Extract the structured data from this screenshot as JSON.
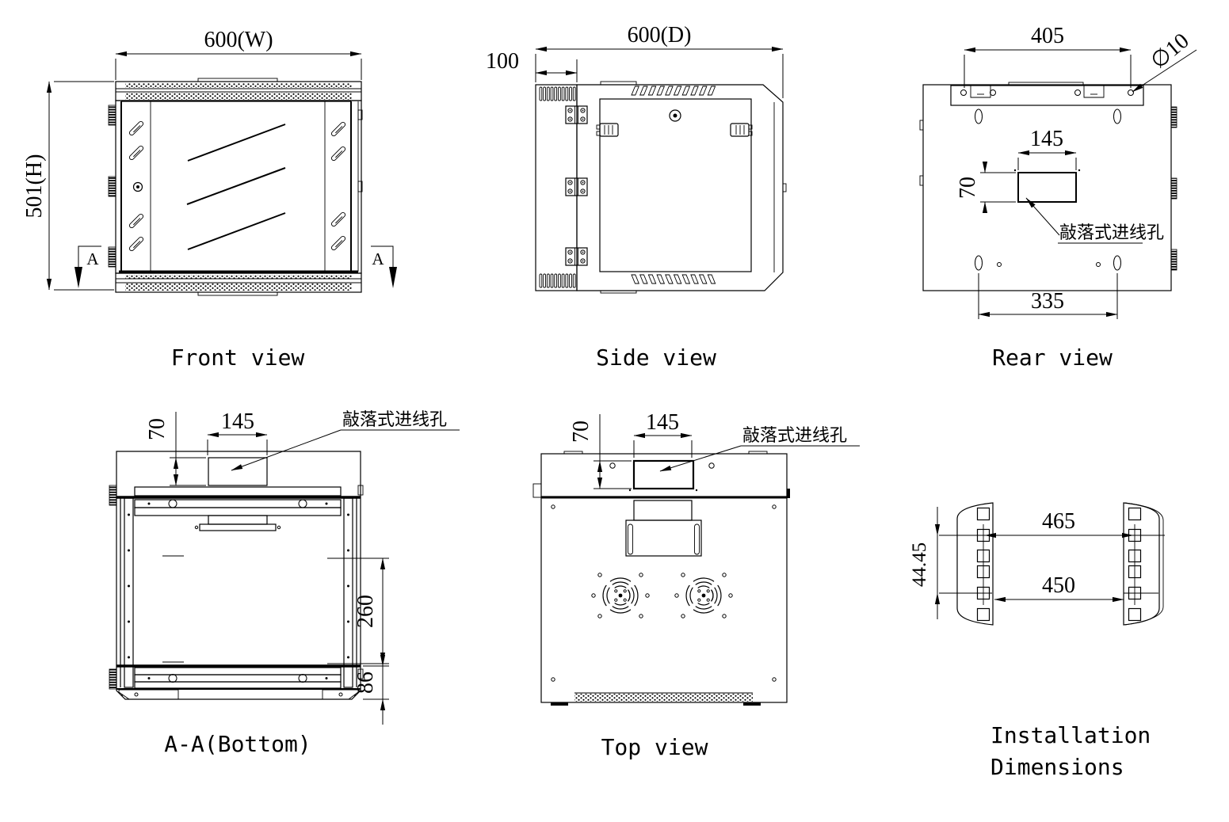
{
  "drawing": {
    "background_color": "#ffffff",
    "line_color": "#000000",
    "views": {
      "front": {
        "title": "Front view",
        "width_dim": "600(W)",
        "height_dim": "501(H)",
        "section_marker": "A"
      },
      "side": {
        "title": "Side view",
        "depth_dim": "600(D)",
        "door_depth_dim": "100"
      },
      "rear": {
        "title": "Rear view",
        "mount_width_dim": "405",
        "hole_diameter_dim": "∅10",
        "knockout_width_dim": "145",
        "knockout_height_dim": "70",
        "lower_hole_span_dim": "335",
        "knockout_note": "敲落式进线孔"
      },
      "bottom": {
        "title": "A-A(Bottom)",
        "knockout_height_dim": "70",
        "knockout_width_dim": "145",
        "rail_span_dim": "260",
        "rail_offset_dim": "86",
        "knockout_note": "敲落式进线孔"
      },
      "top": {
        "title": "Top view",
        "knockout_height_dim": "70",
        "knockout_width_dim": "145",
        "knockout_note": "敲落式进线孔"
      },
      "installation": {
        "title_line1": "Installation",
        "title_line2": "Dimensions",
        "outer_hole_span_dim": "465",
        "inner_rail_span_dim": "450",
        "unit_pitch_dim": "44.45"
      }
    }
  }
}
